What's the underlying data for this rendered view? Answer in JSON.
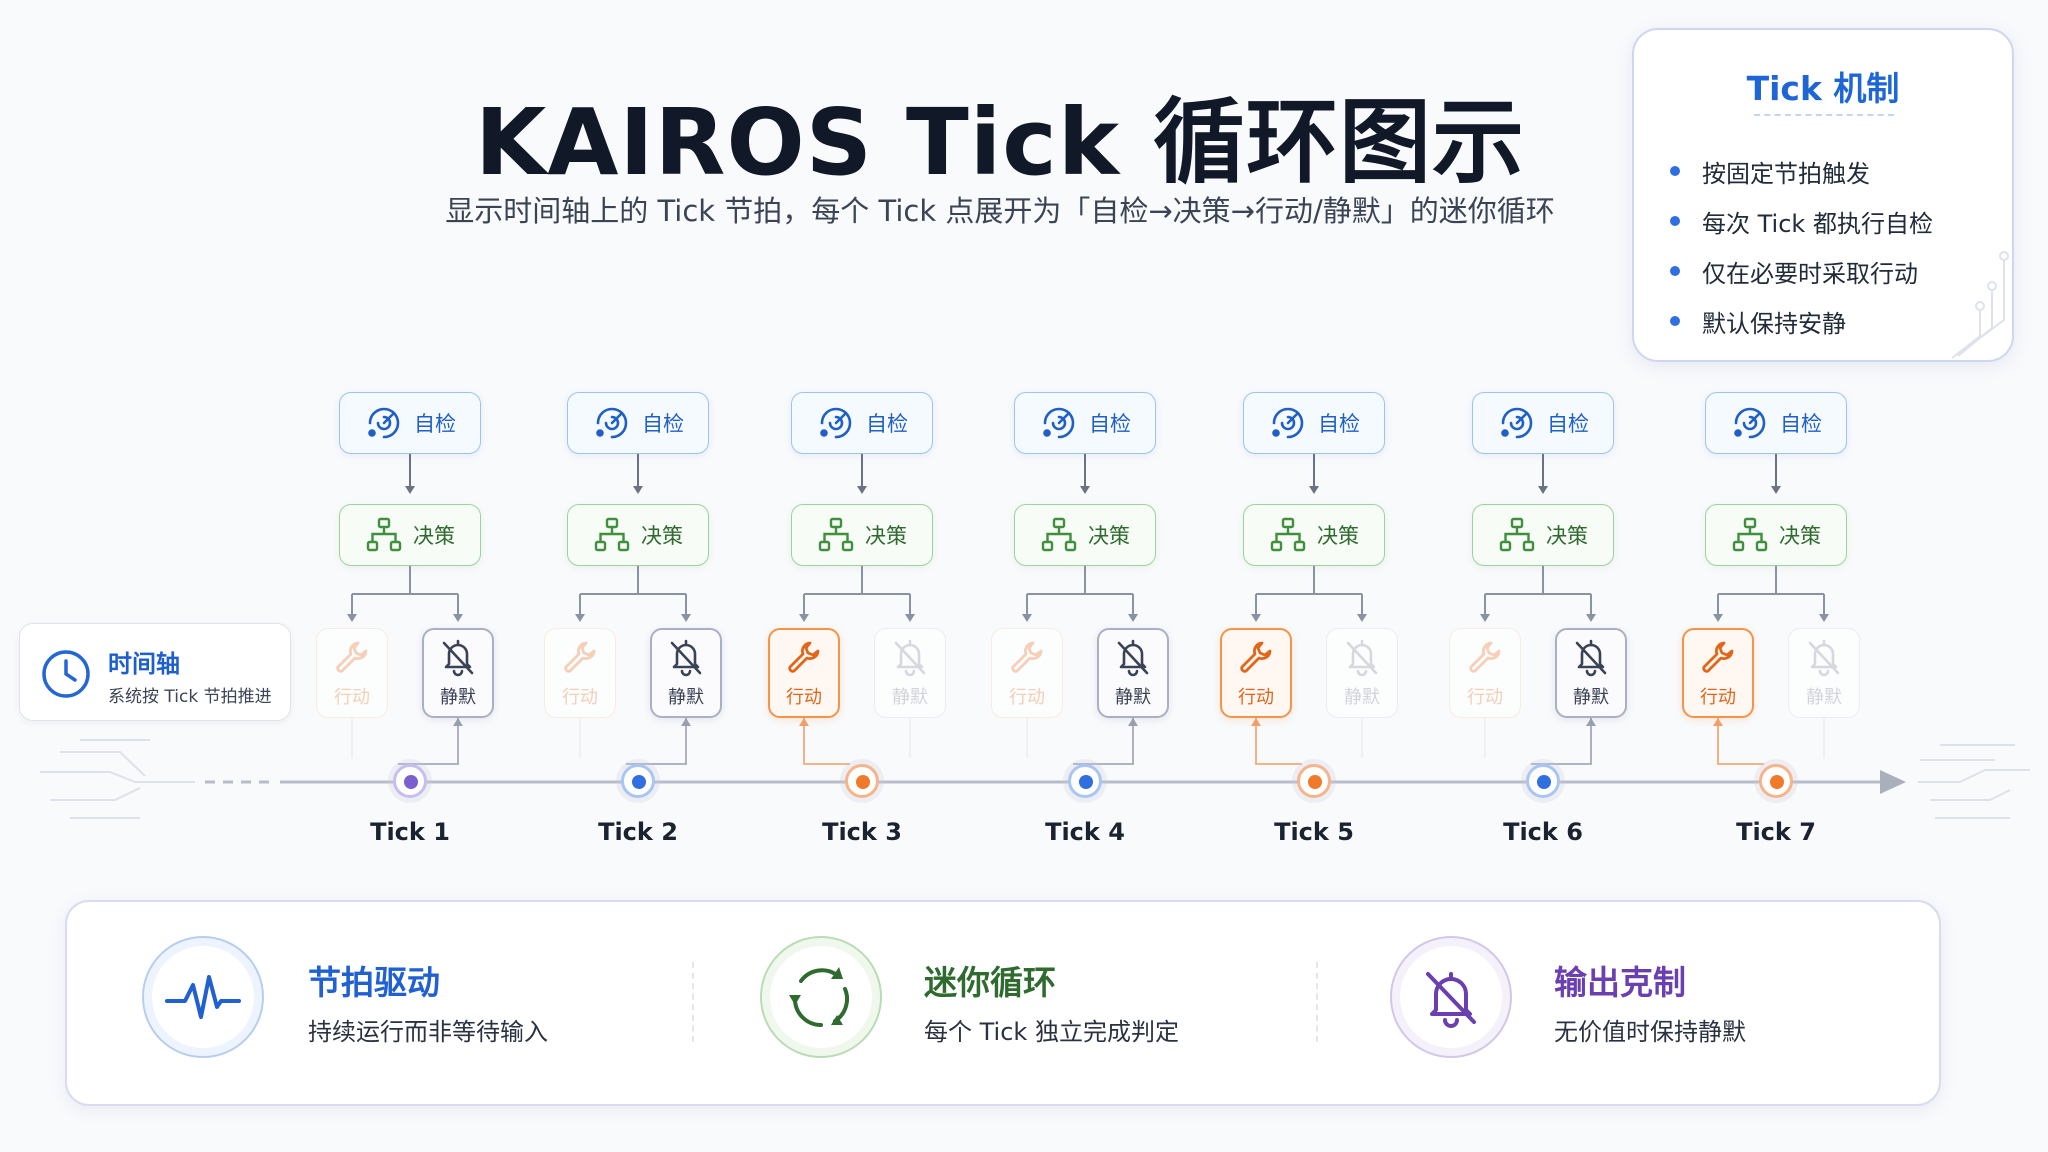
{
  "title": "KAIROS Tick 循环图示",
  "subtitle": "显示时间轴上的 Tick 节拍，每个 Tick 点展开为「自检→决策→行动/静默」的迷你循环",
  "info": {
    "title": "Tick 机制",
    "items": [
      "按固定节拍触发",
      "每次 Tick 都执行自检",
      "仅在必要时采取行动",
      "默认保持安静"
    ]
  },
  "timeline_card": {
    "title": "时间轴",
    "desc": "系统按 Tick 节拍推进"
  },
  "labels": {
    "check": "自检",
    "decide": "决策",
    "act": "行动",
    "silent": "静默"
  },
  "ticks": [
    {
      "label": "Tick 1",
      "outcome": "silent"
    },
    {
      "label": "Tick 2",
      "outcome": "silent"
    },
    {
      "label": "Tick 3",
      "outcome": "act"
    },
    {
      "label": "Tick 4",
      "outcome": "silent"
    },
    {
      "label": "Tick 5",
      "outcome": "act"
    },
    {
      "label": "Tick 6",
      "outcome": "silent"
    },
    {
      "label": "Tick 7",
      "outcome": "act"
    }
  ],
  "features": [
    {
      "title": "节拍驱动",
      "desc": "持续运行而非等待输入",
      "icon": "heartbeat-icon",
      "color": "#2060d0"
    },
    {
      "title": "迷你循环",
      "desc": "每个 Tick 独立完成判定",
      "icon": "cycle-icon",
      "color": "#2f6a2f"
    },
    {
      "title": "输出克制",
      "desc": "无价值时保持静默",
      "icon": "bell-off-icon",
      "color": "#6a3fb0"
    }
  ],
  "colors": {
    "check": "#1f5fc6",
    "decide": "#3f8f3f",
    "act": "#f07a2a",
    "silent": "#5b6478",
    "marker_silent": "#7b5fd0",
    "marker_blue": "#2f6fe0"
  }
}
